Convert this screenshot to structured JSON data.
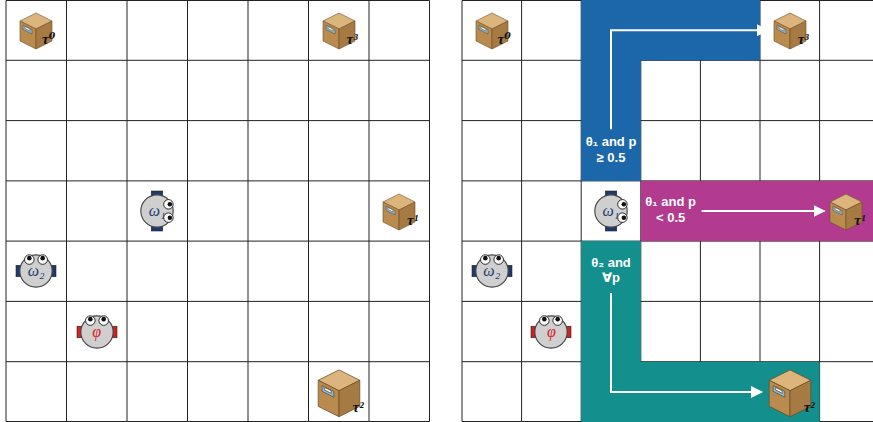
{
  "diagram": {
    "nodes": [
      {
        "text": [
          "τ⁰"
        ]
      },
      {
        "text": [
          "τ³"
        ]
      },
      {
        "text": [
          "ω₁"
        ]
      },
      {
        "text": [
          "τ¹"
        ]
      },
      {
        "text": [
          "ω₂"
        ]
      },
      {
        "text": [
          "φ"
        ]
      },
      {
        "text": [
          "τ²"
        ]
      },
      {
        "text": [
          "τ⁰"
        ]
      },
      {
        "text": [
          "τ³"
        ]
      },
      {
        "text": [
          "θ₁ and p ≥ 0.5"
        ]
      },
      {
        "text": [
          "ω₁"
        ]
      },
      {
        "text": [
          "θ₁ and p < 0.5"
        ]
      },
      {
        "text": [
          "τ¹"
        ]
      },
      {
        "text": [
          "ω₂"
        ]
      },
      {
        "text": [
          "θ₂ and ∀p"
        ]
      },
      {
        "text": [
          "φ"
        ]
      },
      {
        "text": [
          "τ²"
        ]
      }
    ],
    "edges": [
      {
        "from": 9,
        "to": 8,
        "arrow": "to"
      },
      {
        "from": 11,
        "to": 12,
        "arrow": "to"
      },
      {
        "from": 14,
        "to": 16,
        "arrow": "to"
      }
    ]
  }
}
